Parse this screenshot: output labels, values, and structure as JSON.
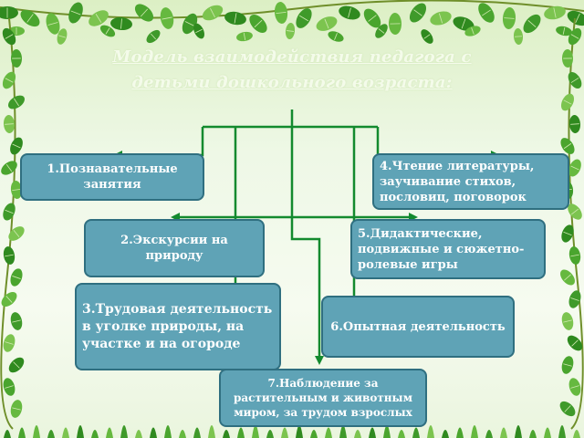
{
  "title": {
    "line1": "Модель взаимодействия педагога с",
    "line2": "детьми дошкольного        возраста:"
  },
  "boxes": {
    "b1": "1.Познавательные занятия",
    "b2": "2.Экскурсии на природу",
    "b3": "3.Трудовая деятельность в уголке природы, на участке и на огороде",
    "b4": "4.Чтение литературы, заучивание стихов, пословиц, поговорок",
    "b5": "5.Дидактические, подвижные и сюжетно-ролевые игры",
    "b6": "6.Опытная деятельность",
    "b7": "7.Наблюдение за растительным и животным миром, за трудом взрослых"
  },
  "colors": {
    "box_fill": "#5fa3b6",
    "box_border": "#2f6f80",
    "connector": "#138a2e",
    "background": "#eef8e6",
    "leaves": "#3f9a2a"
  },
  "decorations": {
    "top_border": "leaf-vine-icon",
    "side_borders": "leaf-vine-icon"
  }
}
